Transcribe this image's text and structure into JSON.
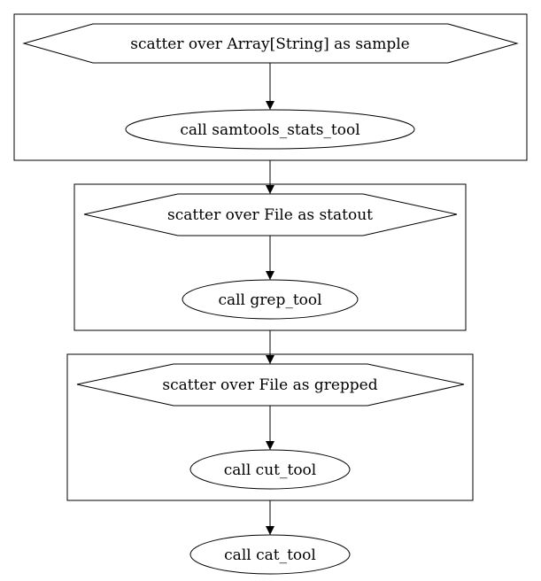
{
  "graph": {
    "clusters": [
      {
        "scatter_label": "scatter over Array[String] as sample",
        "call_label": "call samtools_stats_tool"
      },
      {
        "scatter_label": "scatter over File as statout",
        "call_label": "call grep_tool"
      },
      {
        "scatter_label": "scatter over File as grepped",
        "call_label": "call cut_tool"
      }
    ],
    "final_call_label": "call cat_tool"
  }
}
